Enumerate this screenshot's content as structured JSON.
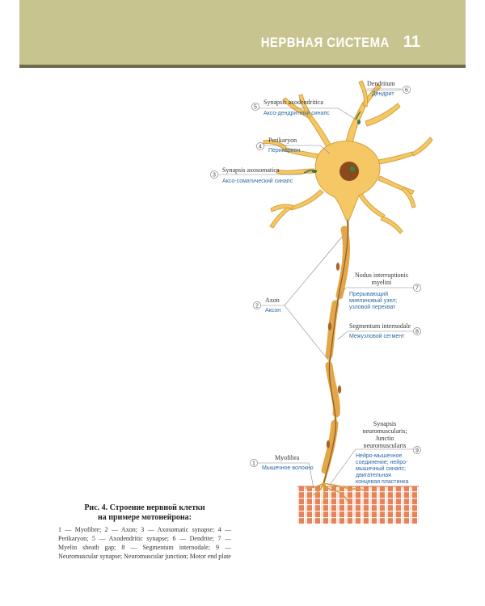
{
  "header": {
    "section_title": "НЕРВНАЯ СИСТЕМА",
    "page_number": "11"
  },
  "labels": [
    {
      "num": "6",
      "lat": "Dendritum",
      "rus": "Дендрит"
    },
    {
      "num": "5",
      "lat": "Synapsis axodendritica",
      "rus": "Аксо-дендритный синапс"
    },
    {
      "num": "4",
      "lat": "Perikaryon",
      "rus": "Перикарион"
    },
    {
      "num": "3",
      "lat": "Synapsis axosomatica",
      "rus": "Аксо-соматический синапс"
    },
    {
      "num": "7",
      "lat": [
        "Nodus interruptionis",
        "myelini"
      ],
      "rus": [
        "Прерывающий",
        "миелиновый узел;",
        "узловой перехват"
      ]
    },
    {
      "num": "2",
      "lat": "Axon",
      "rus": "Аксон"
    },
    {
      "num": "8",
      "lat": "Segmentum internodale",
      "rus": "Межузловой сегмент"
    },
    {
      "num": "9",
      "lat": [
        "Synapsis",
        "neuromuscularis;",
        "Junctio",
        "neuromuscularis"
      ],
      "rus": [
        "Нейро-мышечное",
        "соединение; нейро-",
        "мышечный синапс;",
        "двигательная",
        "концевая пластинка"
      ]
    },
    {
      "num": "1",
      "lat": "Myofibra",
      "rus": "Мышечное волокно"
    }
  ],
  "caption": {
    "title_line1": "Рис. 4. Строение нервной клетки",
    "title_line2": "на примере мотонейрона:",
    "body": "1 — Myofibre; 2 — Axon; 3 — Axosomatic synapse; 4 — Perikaryon; 5 — Axodendritic synapse; 6 — Dendrite; 7 — Myelin sheath gap; 8 — Segmentum internodale; 9 — Neuromuscular synapse; Neuromuscular junction; Motor end plate"
  },
  "colors": {
    "header_bg": "#c8c48f",
    "header_rule": "#6d6a4e",
    "cell_body": "#f6c765",
    "cell_outline": "#d4a23c",
    "myelin": "#e3a748",
    "myelin_nucleus": "#a9642a",
    "nucleus": "#8b4a1e",
    "nucleolus": "#2f8a46",
    "muscle_stripe": "#e6835c",
    "label_blue": "#2a6aa6"
  }
}
